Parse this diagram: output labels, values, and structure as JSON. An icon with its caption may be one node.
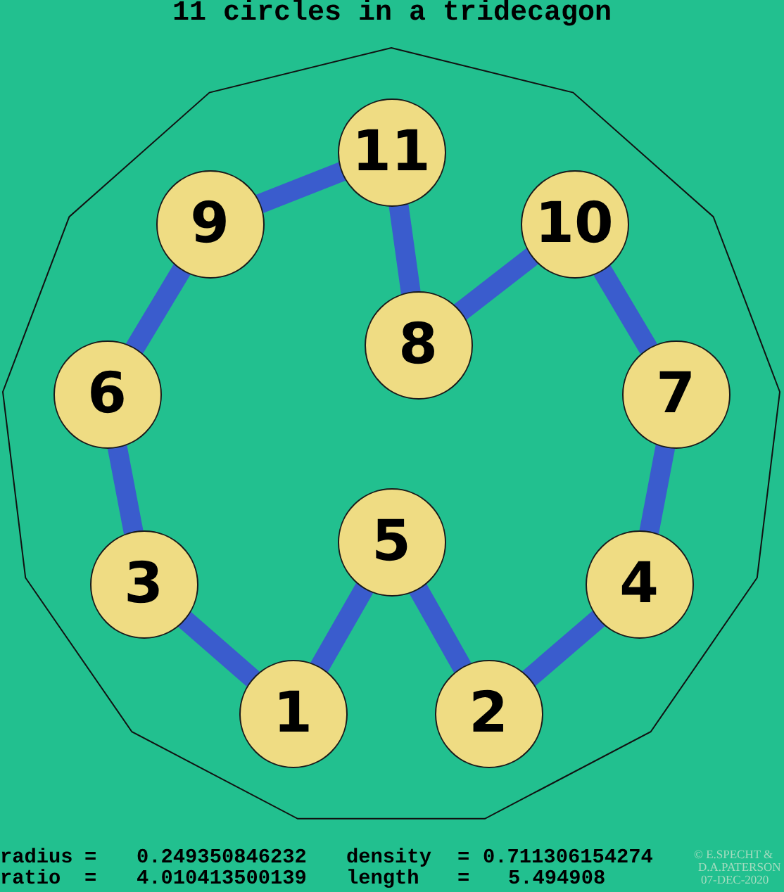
{
  "diagram": {
    "title": "11 circles in a tridecagon",
    "nodes": [
      {
        "text": [
          "11"
        ]
      },
      {
        "text": [
          "9"
        ]
      },
      {
        "text": [
          "10"
        ]
      },
      {
        "text": [
          "8"
        ]
      },
      {
        "text": [
          "6"
        ]
      },
      {
        "text": [
          "7"
        ]
      },
      {
        "text": [
          "5"
        ]
      },
      {
        "text": [
          "3"
        ]
      },
      {
        "text": [
          "4"
        ]
      },
      {
        "text": [
          "1"
        ]
      },
      {
        "text": [
          "2"
        ]
      }
    ],
    "edges": [
      {
        "from": 9,
        "to": 7,
        "arrow": "none"
      },
      {
        "from": 7,
        "to": 4,
        "arrow": "none"
      },
      {
        "from": 4,
        "to": 1,
        "arrow": "none"
      },
      {
        "from": 1,
        "to": 0,
        "arrow": "none"
      },
      {
        "from": 0,
        "to": 3,
        "arrow": "none"
      },
      {
        "from": 3,
        "to": 2,
        "arrow": "none"
      },
      {
        "from": 2,
        "to": 5,
        "arrow": "none"
      },
      {
        "from": 5,
        "to": 8,
        "arrow": "none"
      },
      {
        "from": 8,
        "to": 10,
        "arrow": "none"
      },
      {
        "from": 10,
        "to": 6,
        "arrow": "none"
      },
      {
        "from": 6,
        "to": 9,
        "arrow": "none"
      }
    ],
    "labels": [
      "radius",
      "=",
      "0.249350846232",
      "density",
      "=",
      "0.711306154274",
      "ratio",
      "=",
      "4.010413500139",
      "length",
      "=",
      "5.494908",
      "© E.SPECHT &",
      "D.A.PATERSON",
      "07-DEC-2020"
    ]
  }
}
